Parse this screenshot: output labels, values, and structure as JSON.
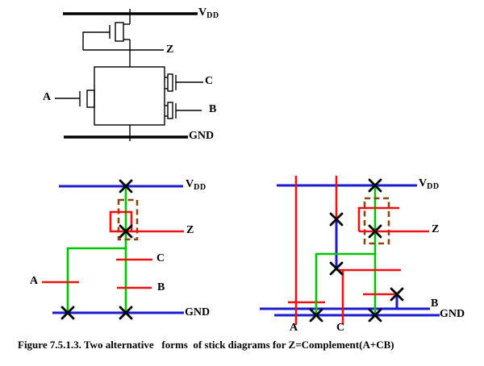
{
  "colors": {
    "metal_blue": "#1b1bd0",
    "diffusion_green": "#00c400",
    "poly_red": "#ee1111",
    "implant_brown": "#8b4513",
    "ink_black": "#000000"
  },
  "schematic": {
    "labels": {
      "vdd_v": "V",
      "vdd_sub": "DD",
      "z": "Z",
      "a": "A",
      "c": "C",
      "b": "B",
      "gnd": "GND"
    }
  },
  "stick_left": {
    "labels": {
      "vdd_v": "V",
      "vdd_sub": "DD",
      "z": "Z",
      "c": "C",
      "a": "A",
      "b": "B",
      "gnd": "GND"
    }
  },
  "stick_right": {
    "labels": {
      "vdd_v": "V",
      "vdd_sub": "DD",
      "z": "Z",
      "b": "B",
      "gnd": "GND",
      "a": "A",
      "c": "C"
    }
  },
  "caption": "Figure 7.5.1.3. Two alternative   forms  of stick diagrams for Z=Complement(A+CB)"
}
